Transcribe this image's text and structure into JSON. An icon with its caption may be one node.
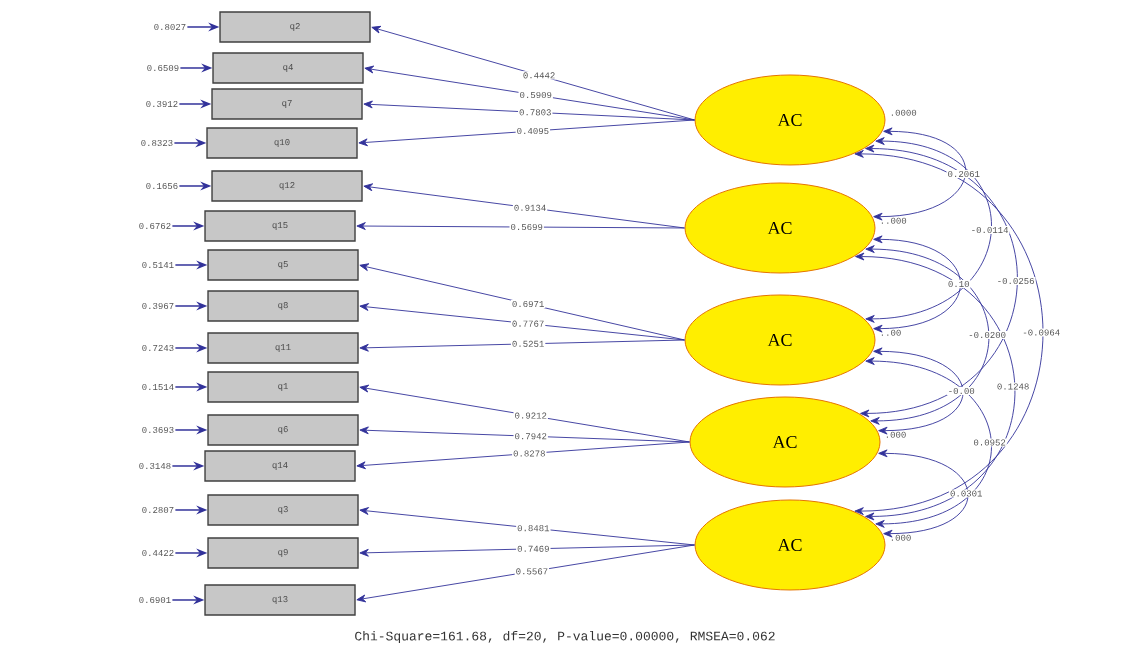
{
  "diagram": {
    "caption": "Chi-Square=161.68, df=20, P-value=0.00000, RMSEA=0.062",
    "nodes": [
      {
        "text": [
          "q2"
        ]
      },
      {
        "text": [
          "q4"
        ]
      },
      {
        "text": [
          "q7"
        ]
      },
      {
        "text": [
          "q10"
        ]
      },
      {
        "text": [
          "q12"
        ]
      },
      {
        "text": [
          "q15"
        ]
      },
      {
        "text": [
          "q5"
        ]
      },
      {
        "text": [
          "q8"
        ]
      },
      {
        "text": [
          "q11"
        ]
      },
      {
        "text": [
          "q1"
        ]
      },
      {
        "text": [
          "q6"
        ]
      },
      {
        "text": [
          "q14"
        ]
      },
      {
        "text": [
          "q3"
        ]
      },
      {
        "text": [
          "q9"
        ]
      },
      {
        "text": [
          "q13"
        ]
      },
      {
        "text": [
          "AC"
        ],
        "beside": [
          ".0000"
        ]
      },
      {
        "text": [
          "AC"
        ],
        "beside": [
          "..000"
        ]
      },
      {
        "text": [
          "AC"
        ],
        "beside": [
          "..00"
        ]
      },
      {
        "text": [
          "AC"
        ],
        "beside": [
          ".000"
        ]
      },
      {
        "text": [
          "AC"
        ],
        "beside": [
          ".000"
        ]
      }
    ],
    "edges": [
      {
        "from": 15,
        "to": 0,
        "arrow": "to",
        "label": "0.4442"
      },
      {
        "from": 15,
        "to": 1,
        "arrow": "to",
        "label": "0.5909"
      },
      {
        "from": 15,
        "to": 2,
        "arrow": "to",
        "label": "0.7803"
      },
      {
        "from": 15,
        "to": 3,
        "arrow": "to",
        "label": "0.4095"
      },
      {
        "from": 16,
        "to": 4,
        "arrow": "to",
        "label": "0.9134"
      },
      {
        "from": 16,
        "to": 5,
        "arrow": "to",
        "label": "0.5699"
      },
      {
        "from": 17,
        "to": 6,
        "arrow": "to",
        "label": "0.6971"
      },
      {
        "from": 17,
        "to": 7,
        "arrow": "to",
        "label": "0.7767"
      },
      {
        "from": 17,
        "to": 8,
        "arrow": "to",
        "label": "0.5251"
      },
      {
        "from": 18,
        "to": 9,
        "arrow": "to",
        "label": "0.9212"
      },
      {
        "from": 18,
        "to": 10,
        "arrow": "to",
        "label": "0.7942"
      },
      {
        "from": 18,
        "to": 11,
        "arrow": "to",
        "label": "0.8278"
      },
      {
        "from": 19,
        "to": 12,
        "arrow": "to",
        "label": "0.8481"
      },
      {
        "from": 19,
        "to": 13,
        "arrow": "to",
        "label": "0.7469"
      },
      {
        "from": 19,
        "to": 14,
        "arrow": "to",
        "label": "0.5567"
      },
      {
        "from": null,
        "to": 0,
        "arrow": "to",
        "label": "0.8027"
      },
      {
        "from": null,
        "to": 1,
        "arrow": "to",
        "label": "0.6509"
      },
      {
        "from": null,
        "to": 2,
        "arrow": "to",
        "label": "0.3912"
      },
      {
        "from": null,
        "to": 3,
        "arrow": "to",
        "label": "0.8323"
      },
      {
        "from": null,
        "to": 4,
        "arrow": "to",
        "label": "0.1656"
      },
      {
        "from": null,
        "to": 5,
        "arrow": "to",
        "label": "0.6762"
      },
      {
        "from": null,
        "to": 6,
        "arrow": "to",
        "label": "0.5141"
      },
      {
        "from": null,
        "to": 7,
        "arrow": "to",
        "label": "0.3967"
      },
      {
        "from": null,
        "to": 8,
        "arrow": "to",
        "label": "0.7243"
      },
      {
        "from": null,
        "to": 9,
        "arrow": "to",
        "label": "0.1514"
      },
      {
        "from": null,
        "to": 10,
        "arrow": "to",
        "label": "0.3693"
      },
      {
        "from": null,
        "to": 11,
        "arrow": "to",
        "label": "0.3148"
      },
      {
        "from": null,
        "to": 12,
        "arrow": "to",
        "label": "0.2807"
      },
      {
        "from": null,
        "to": 13,
        "arrow": "to",
        "label": "0.4422"
      },
      {
        "from": null,
        "to": 14,
        "arrow": "to",
        "label": "0.6901"
      },
      {
        "from": 15,
        "to": 16,
        "arrow": "both",
        "label": "0.2061"
      },
      {
        "from": 15,
        "to": 17,
        "arrow": "both",
        "label": "-0.0114"
      },
      {
        "from": 15,
        "to": 18,
        "arrow": "both",
        "label": "-0.0256"
      },
      {
        "from": 15,
        "to": 19,
        "arrow": "both",
        "label": "-0.0964"
      },
      {
        "from": 16,
        "to": 17,
        "arrow": "both",
        "label": "0.10"
      },
      {
        "from": 16,
        "to": 18,
        "arrow": "both",
        "label": "-0.0200"
      },
      {
        "from": 16,
        "to": 19,
        "arrow": "both",
        "label": "0.1248"
      },
      {
        "from": 17,
        "to": 18,
        "arrow": "both",
        "label": "-0.00"
      },
      {
        "from": 17,
        "to": 19,
        "arrow": "both",
        "label": "0.0952"
      },
      {
        "from": 18,
        "to": 19,
        "arrow": "both",
        "label": "0.0301"
      }
    ]
  }
}
